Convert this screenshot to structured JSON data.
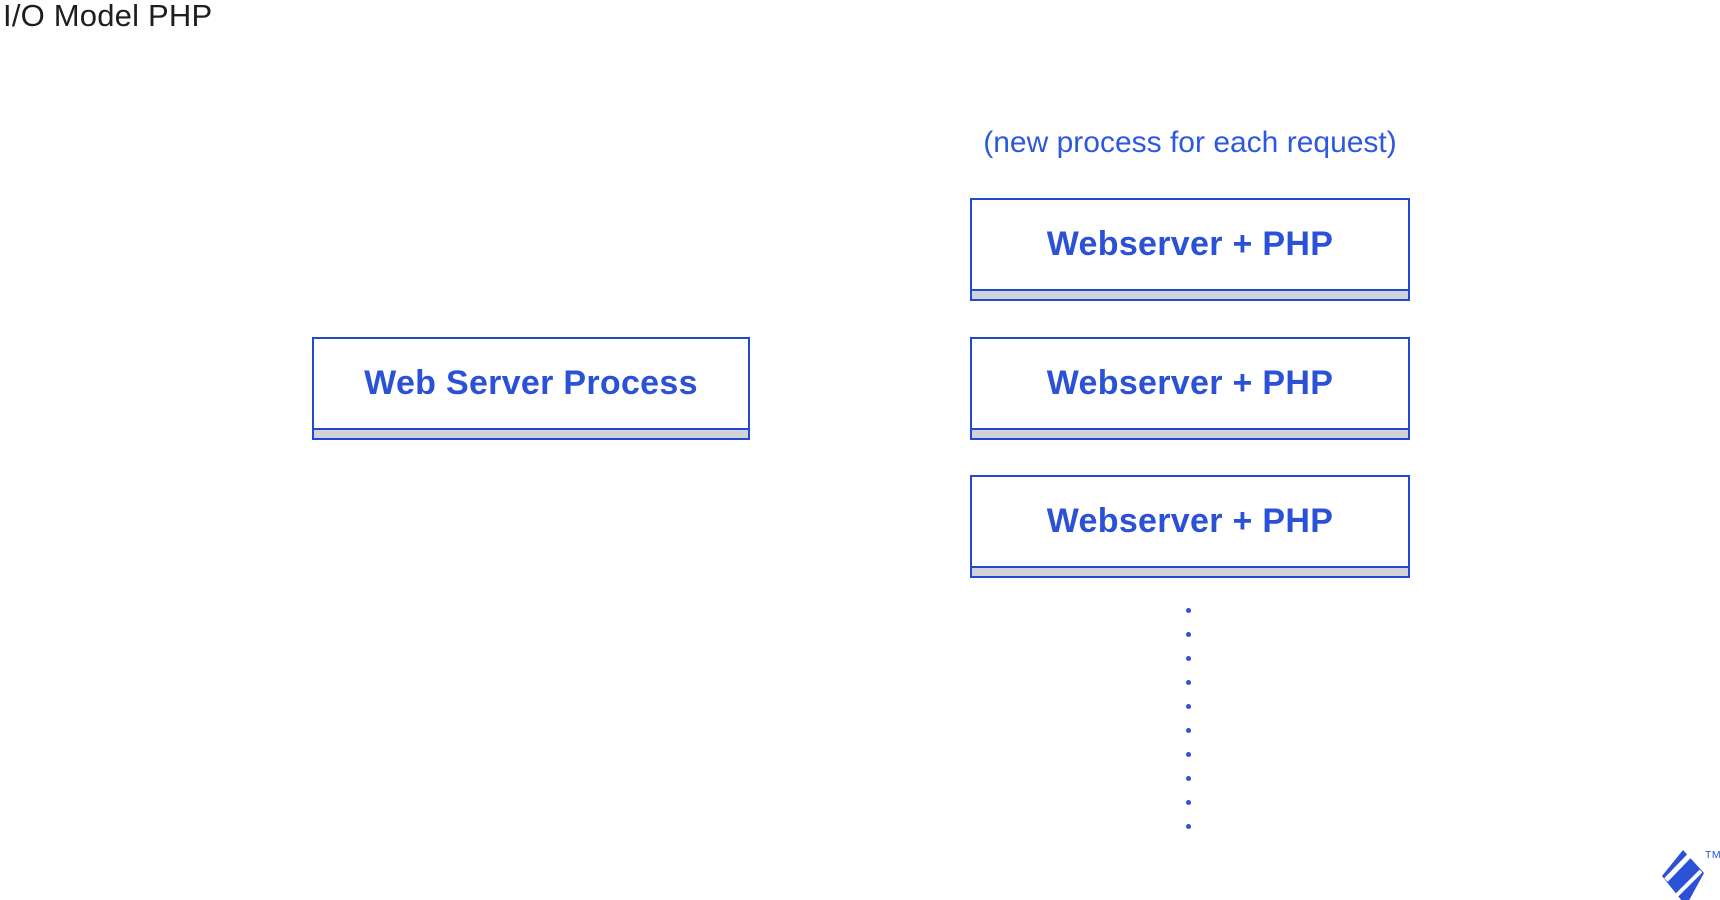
{
  "title": "I/O Model PHP",
  "annotation": "(new process for each request)",
  "left_box": {
    "label": "Web Server Process"
  },
  "right_boxes": [
    {
      "label": "Webserver + PHP"
    },
    {
      "label": "Webserver + PHP"
    },
    {
      "label": "Webserver + PHP"
    }
  ],
  "ellipsis": {
    "count": 10
  },
  "logo": {
    "name": "toptal-logomark",
    "trademark": "TM"
  },
  "colors": {
    "diagram_blue": "#2348d1",
    "text_blue": "#2b52d6",
    "annotation_blue": "#2e59de",
    "base_gray": "#d2d3d9",
    "title_black": "#1e1e1e"
  }
}
